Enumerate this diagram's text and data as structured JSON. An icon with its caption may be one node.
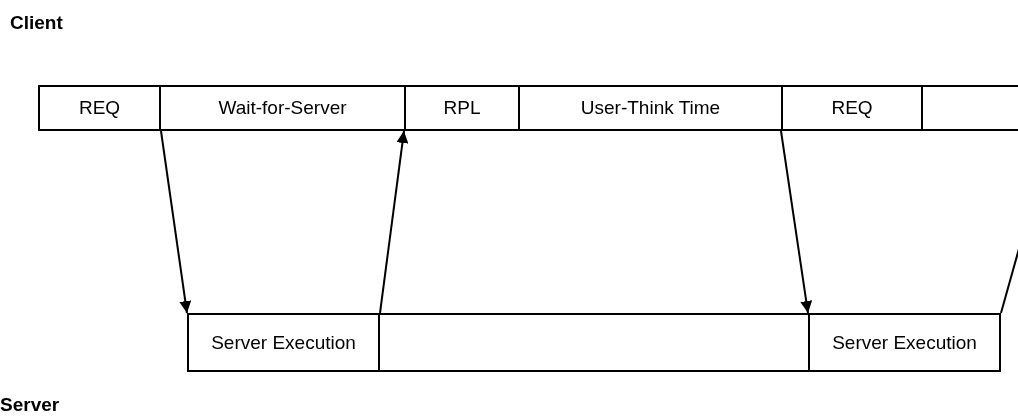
{
  "diagram": {
    "nodes": [
      {
        "text": [
          "REQ"
        ]
      },
      {
        "text": [
          "Wait-for-Server"
        ]
      },
      {
        "text": [
          "RPL"
        ]
      },
      {
        "text": [
          "User-Think Time"
        ]
      },
      {
        "text": [
          "REQ"
        ]
      },
      {
        "text": [],
        "shape": "box"
      },
      {
        "text": [
          "Server Execution"
        ]
      },
      {
        "text": [],
        "shape": "box"
      },
      {
        "text": [
          "Server Execution"
        ]
      }
    ],
    "edges": [
      {
        "from": 0,
        "to": 6,
        "arrow": "to"
      },
      {
        "from": 6,
        "to": 2,
        "arrow": "to"
      },
      {
        "from": 4,
        "to": 8,
        "arrow": "to"
      },
      {
        "from": 8,
        "to": null,
        "arrow": "none"
      }
    ],
    "labels": [
      "Client",
      "Server"
    ]
  }
}
